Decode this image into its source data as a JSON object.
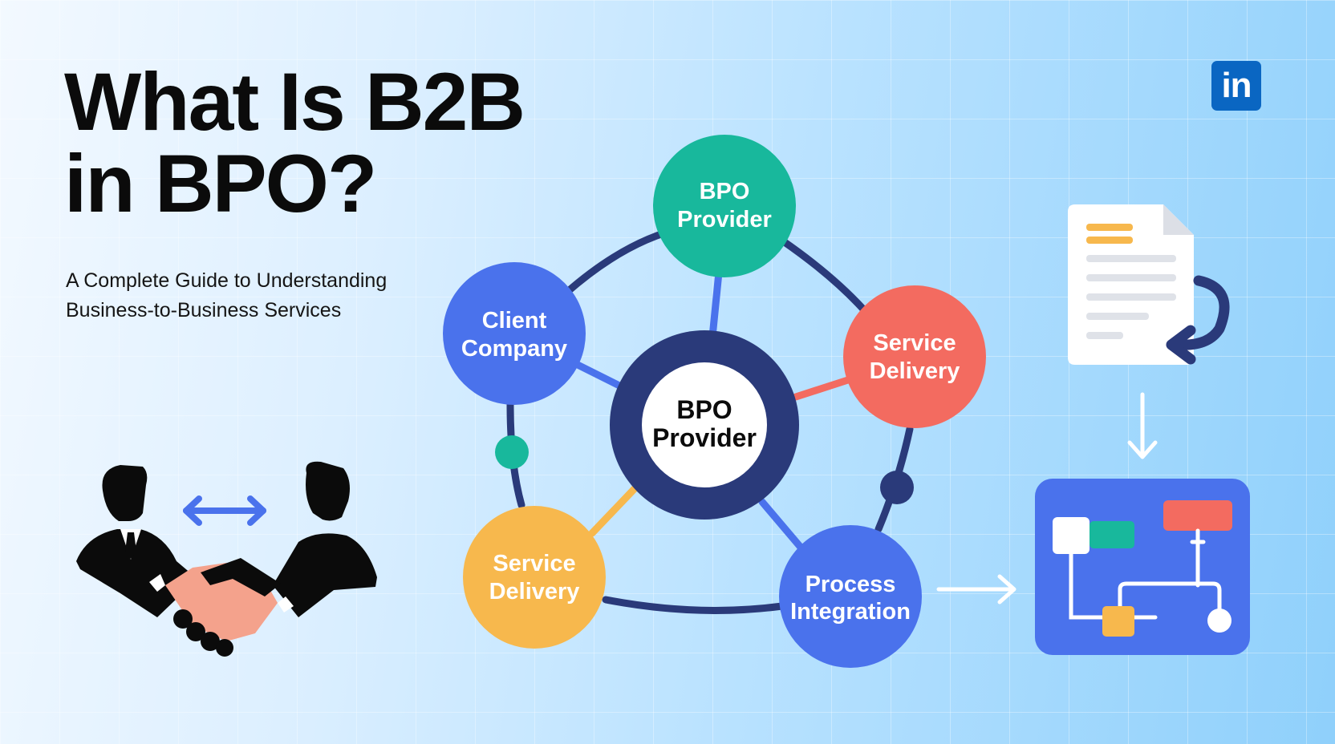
{
  "header": {
    "title_line1": "What Is B2B",
    "title_line2": "in BPO?",
    "subtitle_line1": "A Complete Guide to Understanding",
    "subtitle_line2": "Business-to-Business Services"
  },
  "brand": {
    "logo_text": "in"
  },
  "diagram": {
    "center": {
      "line1": "BPO",
      "line2": "Provider"
    },
    "nodes": [
      {
        "id": "top",
        "line1": "BPO",
        "line2": "Provider",
        "color": "#18b89c"
      },
      {
        "id": "left",
        "line1": "Client",
        "line2": "Company",
        "color": "#4a72ec"
      },
      {
        "id": "right",
        "line1": "Service",
        "line2": "Delivery",
        "color": "#f36b60"
      },
      {
        "id": "bottom-left",
        "line1": "Service",
        "line2": "Delivery",
        "color": "#f7b84d"
      },
      {
        "id": "bottom-right",
        "line1": "Process",
        "line2": "Integration",
        "color": "#4a72ec"
      }
    ],
    "ring_color": "#2a3a7a"
  }
}
